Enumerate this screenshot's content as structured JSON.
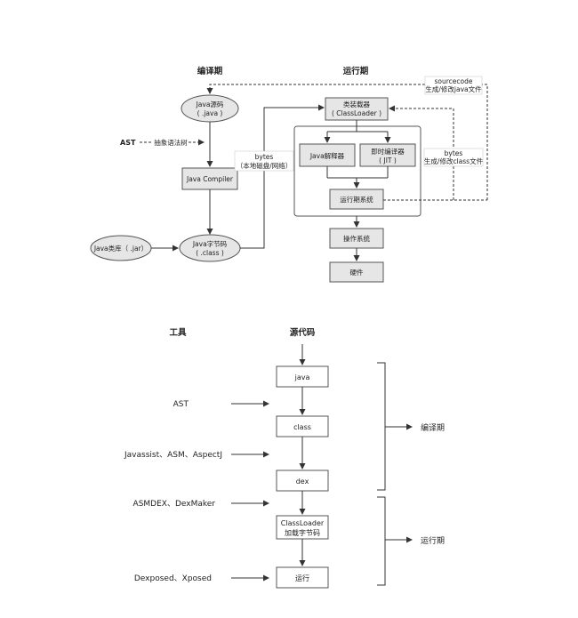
{
  "top": {
    "compile_header": "编译期",
    "runtime_header": "运行期",
    "java_source": [
      "Java源码",
      "( .java )"
    ],
    "ast": "AST",
    "ast_edge": "抽象语法树",
    "java_compiler": "Java Compiler",
    "java_lib": "Java类库（ .jar）",
    "bytecode": [
      "Java字节码",
      "( .class )"
    ],
    "bytes_left": [
      "bytes",
      "（本地磁盘/网络）"
    ],
    "classloader": [
      "类装载器",
      "( ClassLoader )"
    ],
    "sourcecode_note": [
      "sourcecode",
      "生成/修改java文件"
    ],
    "bytes_right": [
      "bytes",
      "生成/修改class文件"
    ],
    "interpreter": "Java解释器",
    "jit": [
      "即时编译器",
      "( JIT )"
    ],
    "runtime_system": "运行期系统",
    "os": "操作系统",
    "hardware": "硬件"
  },
  "bottom": {
    "tools_header": "工具",
    "source_header": "源代码",
    "stages": [
      {
        "lines": [
          "java"
        ]
      },
      {
        "lines": [
          "class"
        ]
      },
      {
        "lines": [
          "dex"
        ]
      },
      {
        "lines": [
          "ClassLoader",
          "加载字节码"
        ]
      },
      {
        "lines": [
          "运行"
        ]
      }
    ],
    "tools": [
      "AST",
      "Javassist、ASM、AspectJ",
      "ASMDEX、DexMaker",
      "Dexposed、Xposed"
    ],
    "compile_label": "编译期",
    "runtime_label": "运行期"
  }
}
